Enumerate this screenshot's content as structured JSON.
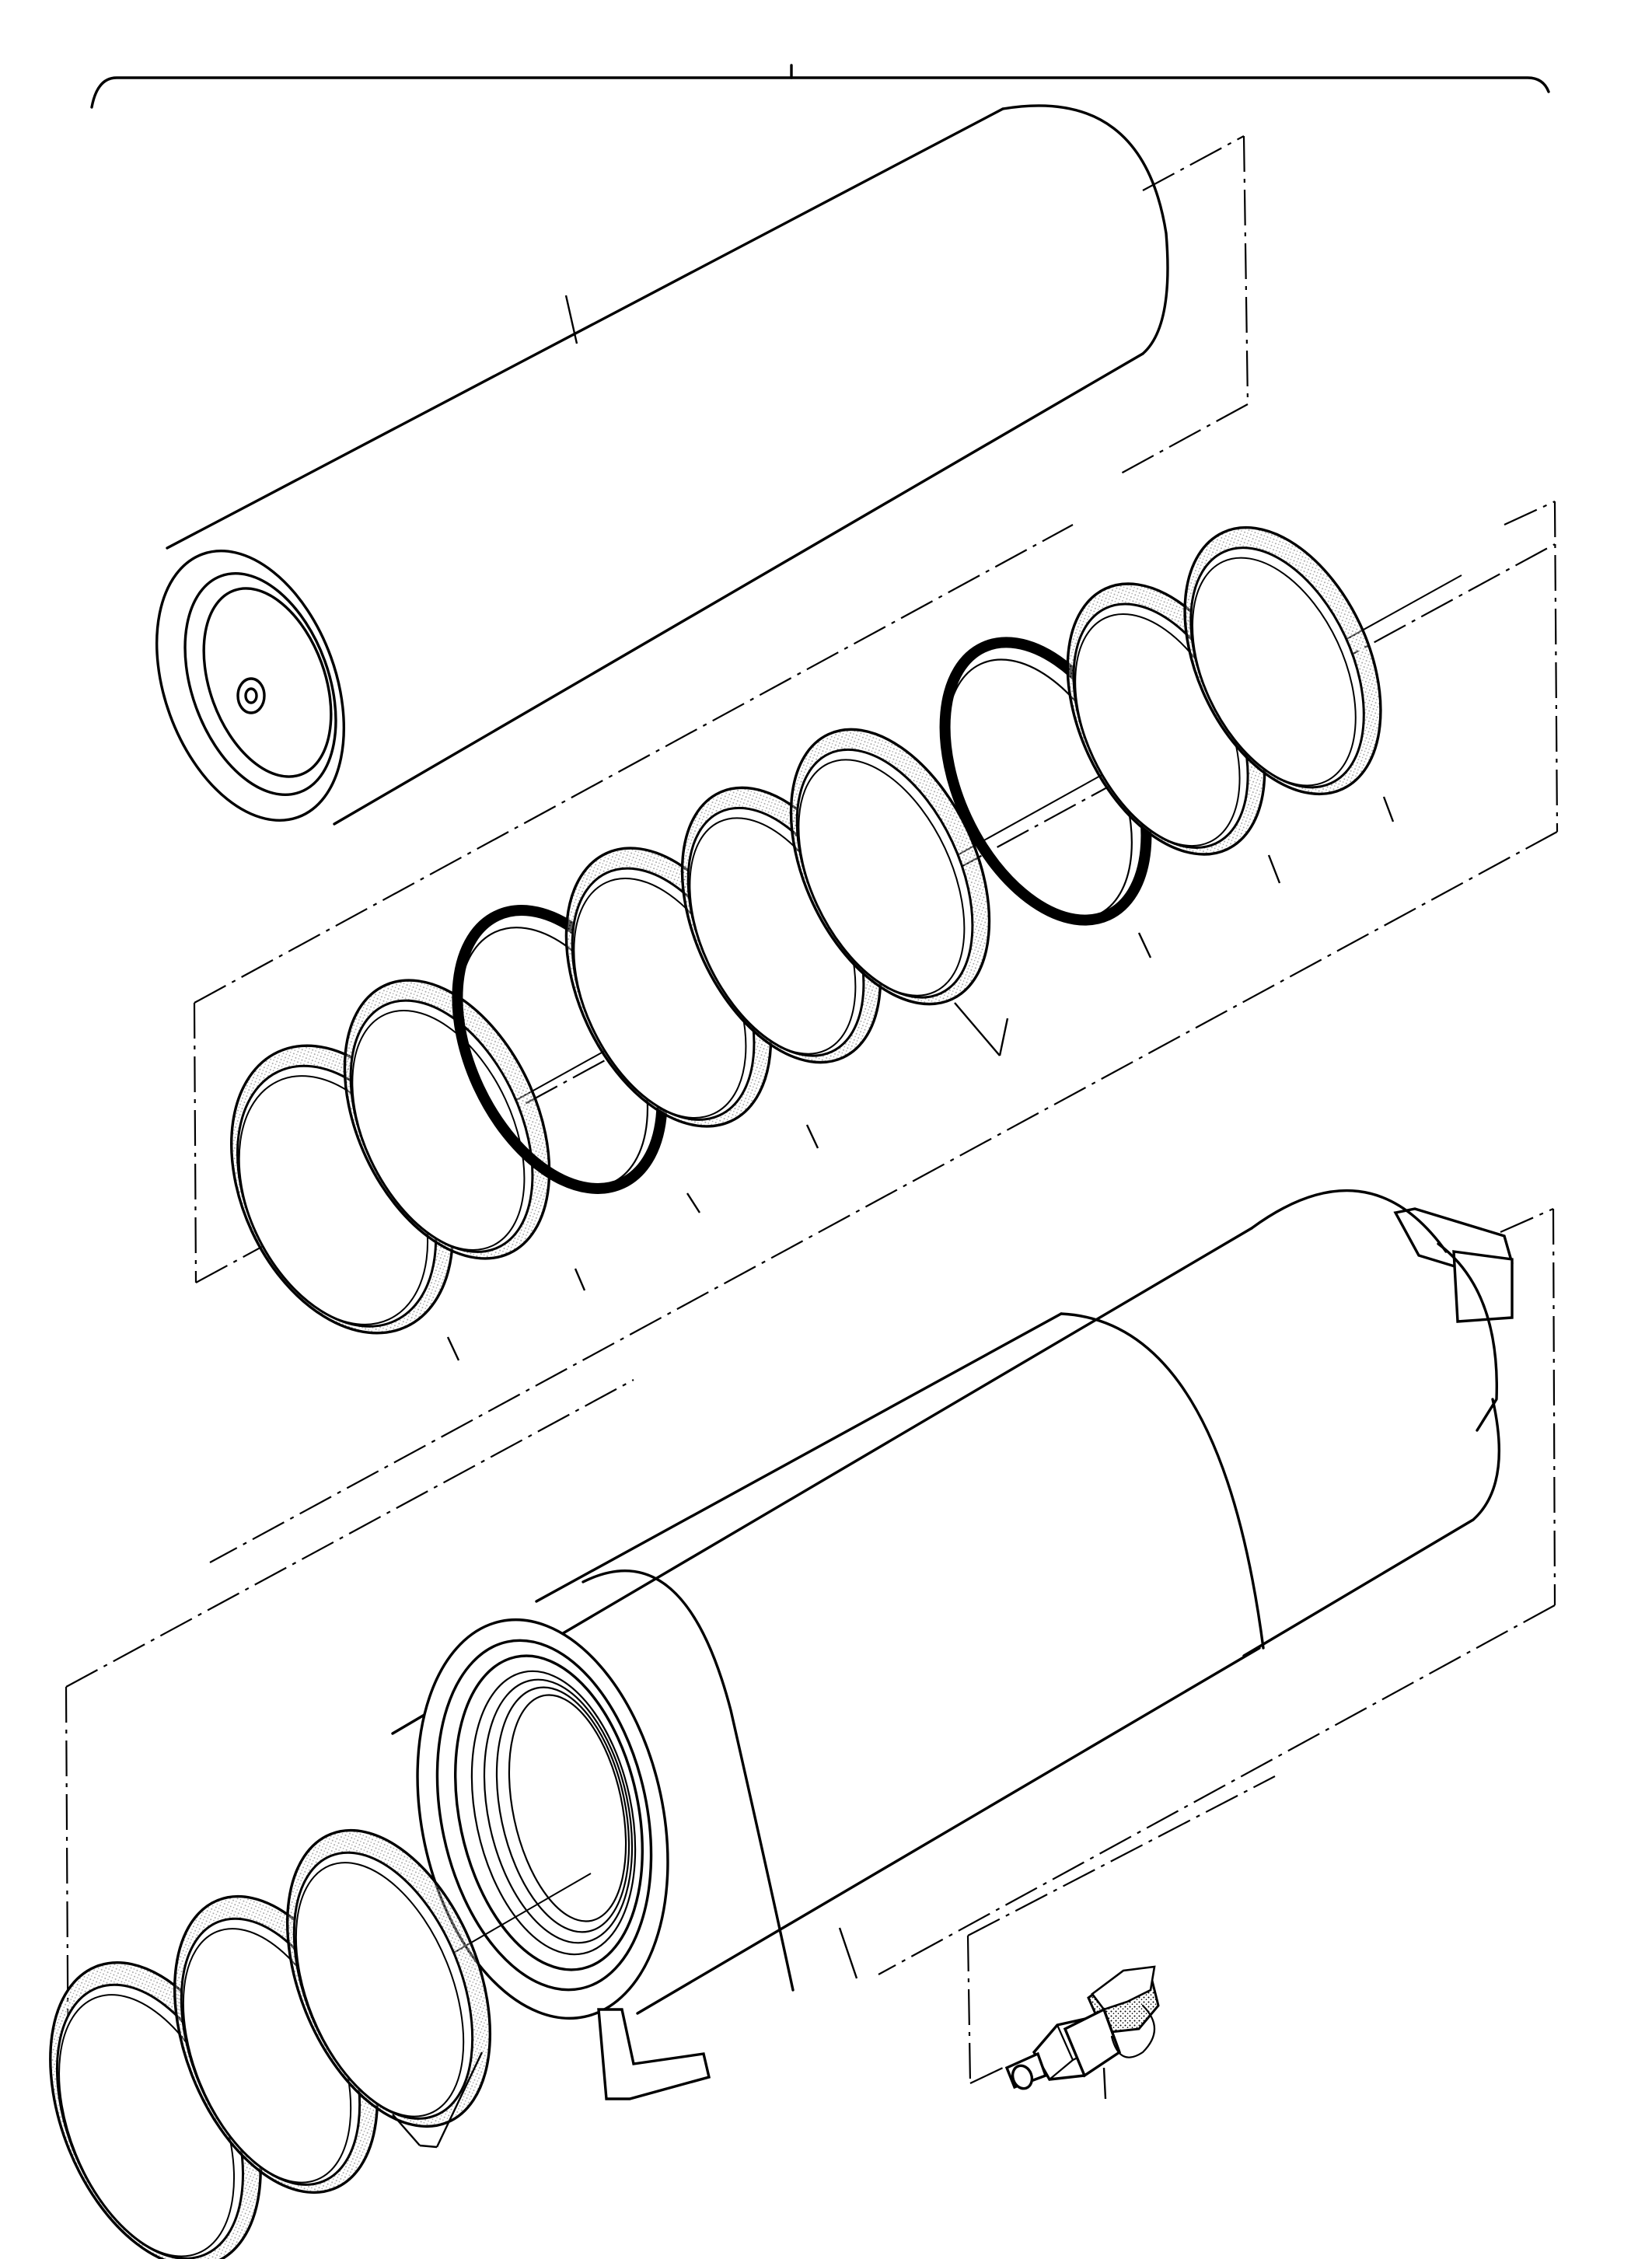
{
  "figure": {
    "kind": "exploded-assembly-drawing",
    "line_color": "#000000",
    "background_color": "#ffffff"
  },
  "parts": [
    {
      "id": "top-cylinder",
      "icon": "cylinder-shell"
    },
    {
      "id": "seal-ring-stack",
      "icon": "seal-ring",
      "count": 9,
      "dark_rings": 2
    },
    {
      "id": "main-body",
      "icon": "cylinder-body"
    },
    {
      "id": "end-ring-stack",
      "icon": "seal-ring",
      "count": 3
    },
    {
      "id": "grease-fitting",
      "icon": "grease-nipple"
    }
  ]
}
